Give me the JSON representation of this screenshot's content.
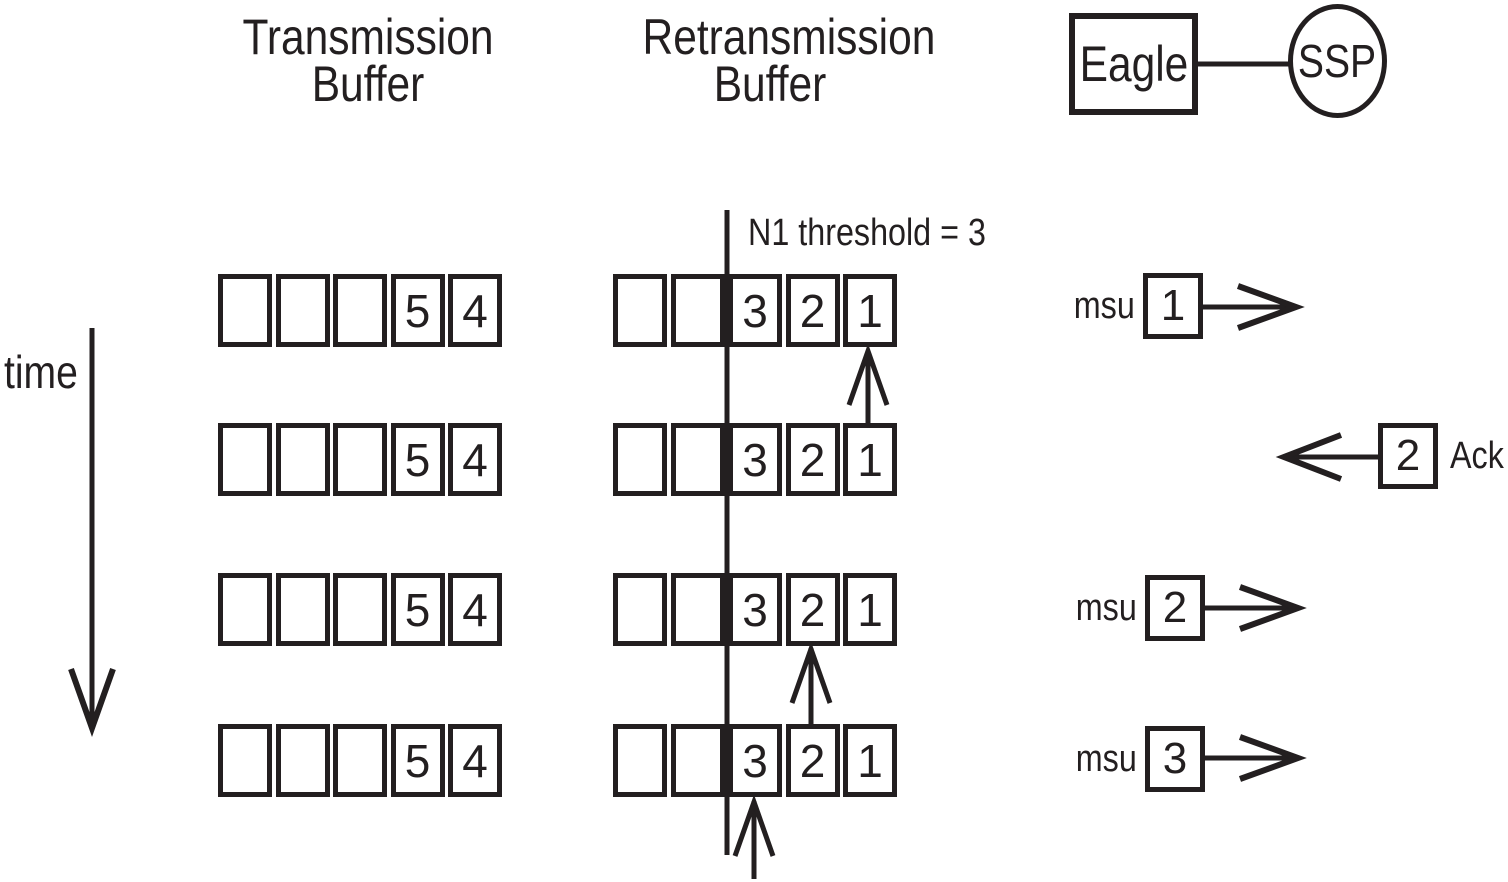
{
  "colors": {
    "ink": "#231f20",
    "background": "#ffffff"
  },
  "headers": {
    "transmission": {
      "line1": "Transmission",
      "line2": "Buffer"
    },
    "retransmission": {
      "line1": "Retransmission",
      "line2": "Buffer"
    }
  },
  "network": {
    "left_node": "Eagle",
    "right_node": "SSP"
  },
  "time_axis": {
    "label": "time"
  },
  "threshold": {
    "label": "N1 threshold = 3",
    "value": 3
  },
  "buffer_rows": [
    {
      "transmission_cells": [
        "",
        "",
        "",
        "5",
        "4"
      ],
      "retransmission_cells": [
        "",
        "",
        "3",
        "2",
        "1"
      ]
    },
    {
      "transmission_cells": [
        "",
        "",
        "",
        "5",
        "4"
      ],
      "retransmission_cells": [
        "",
        "",
        "3",
        "2",
        "1"
      ]
    },
    {
      "transmission_cells": [
        "",
        "",
        "",
        "5",
        "4"
      ],
      "retransmission_cells": [
        "",
        "",
        "3",
        "2",
        "1"
      ]
    },
    {
      "transmission_cells": [
        "",
        "",
        "",
        "5",
        "4"
      ],
      "retransmission_cells": [
        "",
        "",
        "3",
        "2",
        "1"
      ]
    }
  ],
  "pointer_arrows": [
    {
      "after_row": 1,
      "points_to_cell": "1"
    },
    {
      "after_row": 3,
      "points_to_cell": "2"
    },
    {
      "after_row": 4,
      "points_to_cell": "3"
    }
  ],
  "messages": [
    {
      "label": "msu",
      "value": "1",
      "direction": "right"
    },
    {
      "label": "Ack",
      "value": "2",
      "direction": "left"
    },
    {
      "label": "msu",
      "value": "2",
      "direction": "right"
    },
    {
      "label": "msu",
      "value": "3",
      "direction": "right"
    }
  ]
}
